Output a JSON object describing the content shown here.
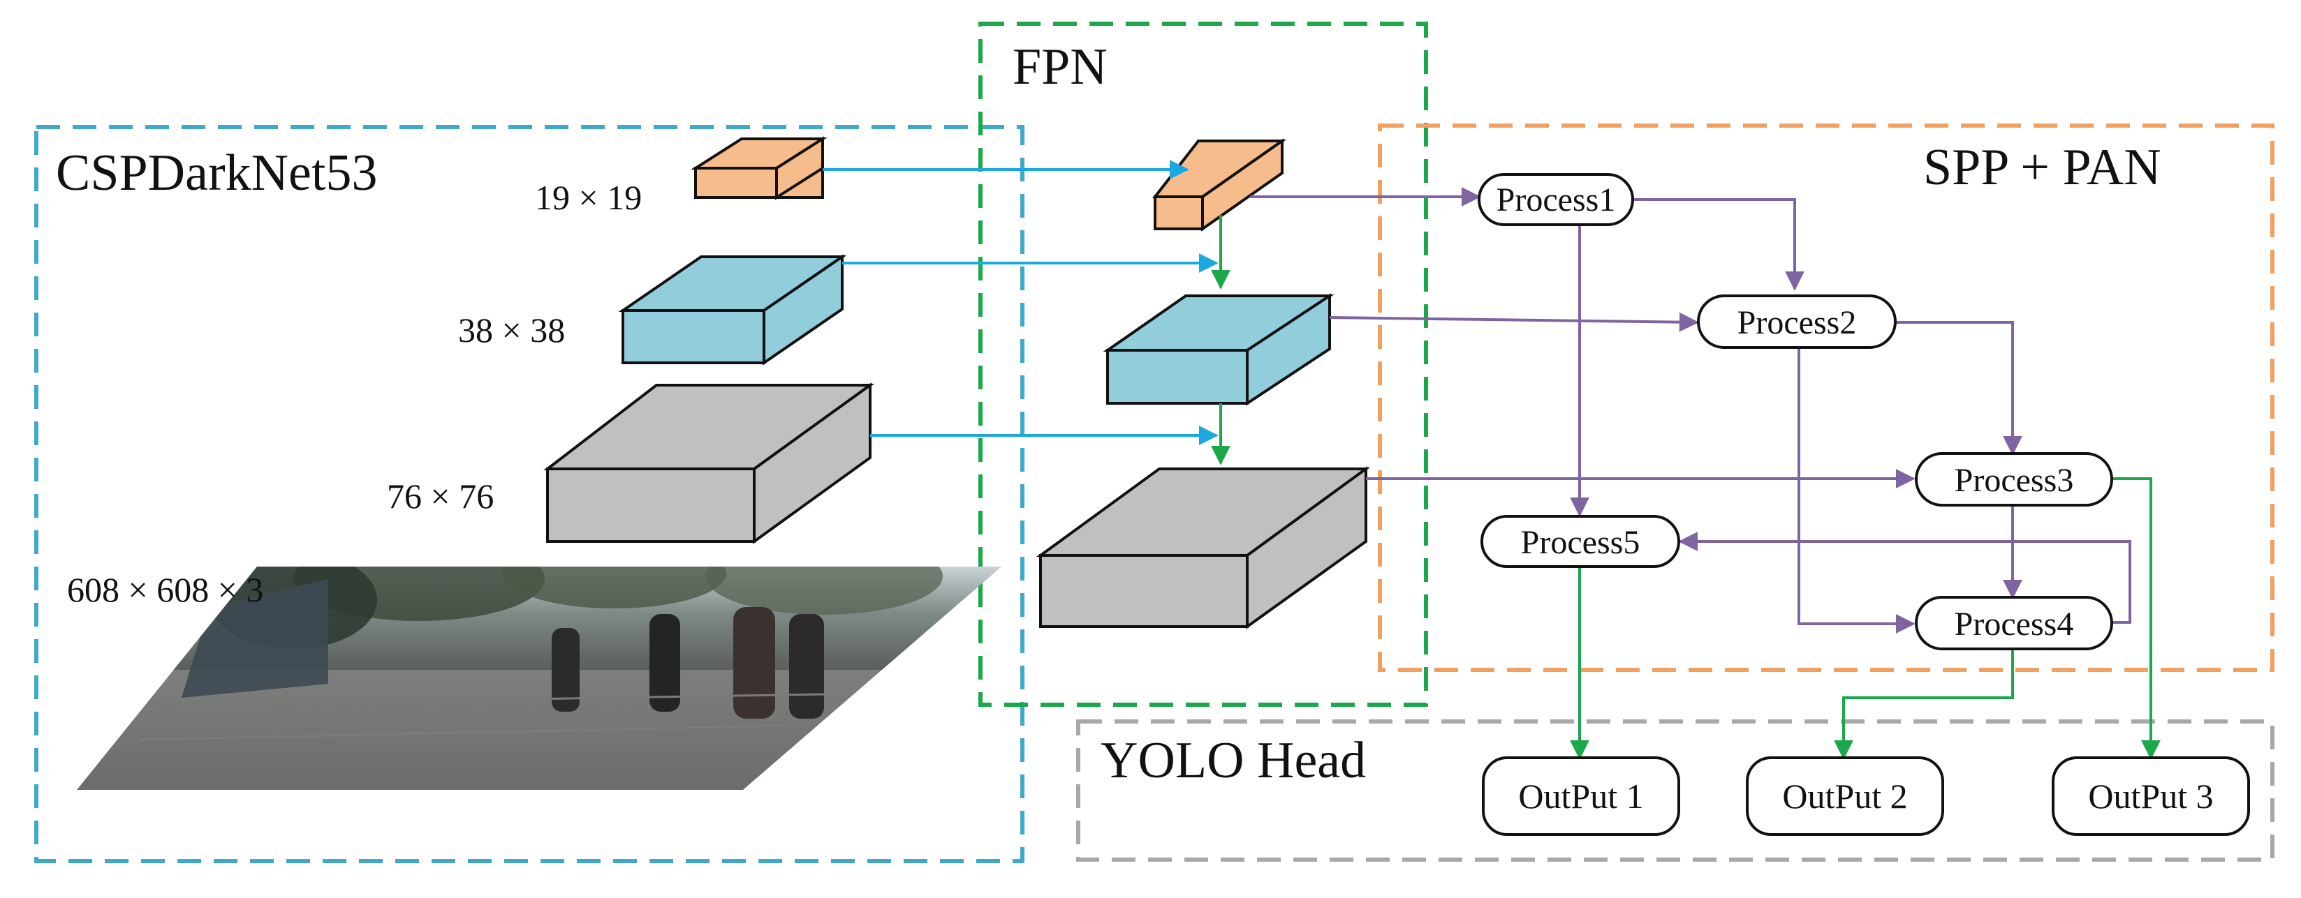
{
  "groups": {
    "backbone": {
      "label": "CSPDarkNet53",
      "color": "#3fa9c9"
    },
    "fpn": {
      "label": "FPN",
      "color": "#1aa84a"
    },
    "spp_pan": {
      "label": "SPP + PAN",
      "color": "#f2a060"
    },
    "head": {
      "label": "YOLO Head",
      "color": "#a8a8a8"
    }
  },
  "backbone_labels": {
    "f19": "19 × 19",
    "f38": "38 × 38",
    "f76": "76 × 76",
    "input": "608 × 608 × 3"
  },
  "processes": {
    "p1": "Process1",
    "p2": "Process2",
    "p3": "Process3",
    "p4": "Process4",
    "p5": "Process5"
  },
  "outputs": {
    "o1": "OutPut 1",
    "o2": "OutPut 2",
    "o3": "OutPut 3"
  },
  "colors": {
    "orange_block": "#f7bc8c",
    "blue_block": "#92cddc",
    "gray_block": "#c0c0c0",
    "arrow_blue": "#1ba8e0",
    "arrow_green": "#1aa84a",
    "arrow_purple": "#8064a2"
  },
  "input_image": {
    "description_icon": "street-photo"
  }
}
